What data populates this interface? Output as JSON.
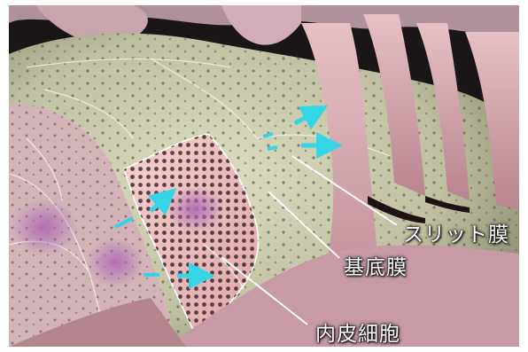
{
  "labels": {
    "slit_membrane": "スリット膜",
    "basement_membrane": "基底膜",
    "endothelial_cell": "内皮細胞"
  },
  "colors": {
    "background": "#1a1618",
    "basement_membrane": "#c9c7a8",
    "endothelium": "#f1c6c6",
    "nucleus": "#b77bb8",
    "podocyte": "#d7a8b3",
    "arrow": "#34d6e6",
    "label_text": "#ffffff"
  },
  "icons": {
    "flow_arrow": "arrow-right-icon"
  }
}
